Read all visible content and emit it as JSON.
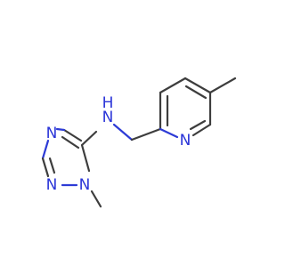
{
  "molecule": {
    "atoms": {
      "triazole_n4": "N",
      "amine_n": "N",
      "amine_h": "H",
      "triazole_n2": "N",
      "triazole_n1": "N",
      "pyridine_n": "N"
    },
    "colors": {
      "bond": "#3d3d3d",
      "nitrogen": "#2b35d8"
    }
  }
}
